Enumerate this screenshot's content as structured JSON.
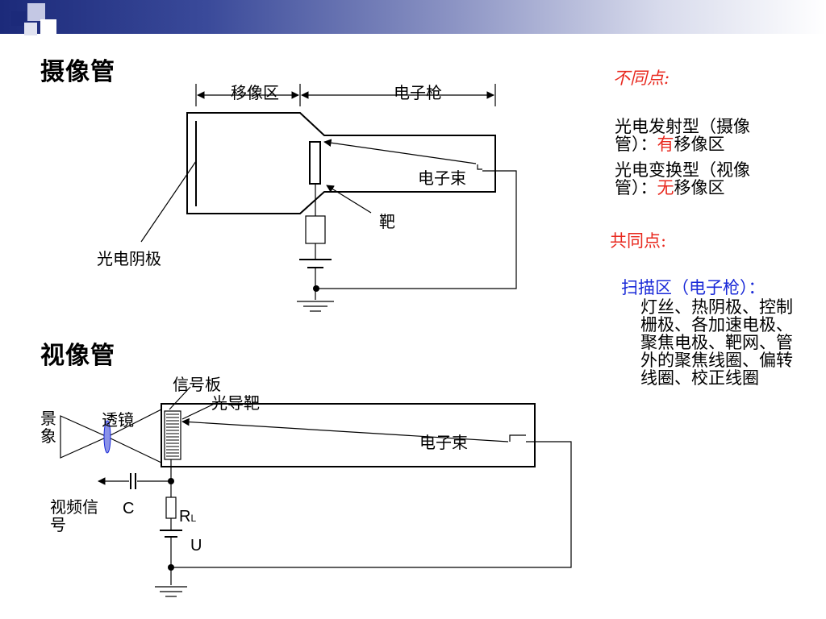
{
  "title_camera_tube": "摄像管",
  "title_vidicon": "视像管",
  "camera": {
    "label_transfer_zone": "移像区",
    "label_gun": "电子枪",
    "label_beam": "电子束",
    "label_target": "靶",
    "label_photocathode": "光电阴极"
  },
  "vidicon": {
    "label_signal_plate": "信号板",
    "label_photo_target": "光导靶",
    "label_scene": "景象",
    "label_lens": "透镜",
    "label_beam": "电子束",
    "label_video_signal": "视频信号",
    "label_c": "C",
    "label_r": "R",
    "label_r_sub": "L",
    "label_u": "U"
  },
  "panel": {
    "diff_heading": "不同点:",
    "item1_pre": "光电发射型（摄像管）：",
    "item1_hl": "有",
    "item1_post": "移像区",
    "item2_pre": "光电变换型（视像管）：",
    "item2_hl": "无",
    "item2_post": "移像区",
    "common_heading": "共同点:",
    "common_head": "扫描区（电子枪）：",
    "common_body": "灯丝、热阴极、控制栅极、各加速电极、聚焦电极、靶网、管外的聚焦线圈、偏转线圈、校正线圈"
  },
  "colors": {
    "bar_dark": "#1c2a7a",
    "accent_red": "#e8281e",
    "accent_blue": "#1a2ad8",
    "lens": "#8a92e8"
  }
}
